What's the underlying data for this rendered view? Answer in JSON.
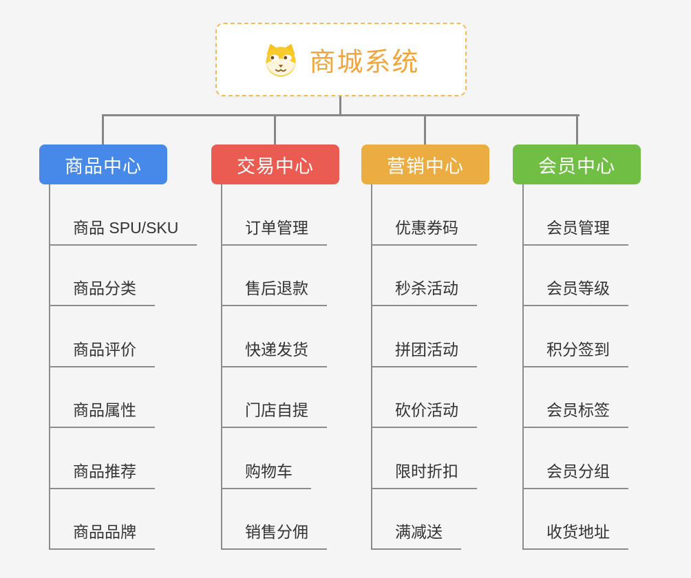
{
  "page": {
    "background_color": "#F5F5F5",
    "connector_color": "#868686",
    "child_text_color": "#333333",
    "child_line_color": "#8B8B8B"
  },
  "root": {
    "title": "商城系统",
    "icon": "dog-face-icon",
    "text_color": "#F0A63C",
    "border_color": "#F3BA55",
    "background": "#FFFFFF"
  },
  "branches": [
    {
      "label": "商品中心",
      "color": "#4789E8",
      "items": [
        "商品 SPU/SKU",
        "商品分类",
        "商品评价",
        "商品属性",
        "商品推荐",
        "商品品牌"
      ]
    },
    {
      "label": "交易中心",
      "color": "#EA5B52",
      "items": [
        "订单管理",
        "售后退款",
        "快递发货",
        "门店自提",
        "购物车",
        "销售分佣"
      ]
    },
    {
      "label": "营销中心",
      "color": "#EBAC41",
      "items": [
        "优惠券码",
        "秒杀活动",
        "拼团活动",
        "砍价活动",
        "限时折扣",
        "满减送"
      ]
    },
    {
      "label": "会员中心",
      "color": "#70BE44",
      "items": [
        "会员管理",
        "会员等级",
        "积分签到",
        "会员标签",
        "会员分组",
        "收货地址"
      ]
    }
  ]
}
